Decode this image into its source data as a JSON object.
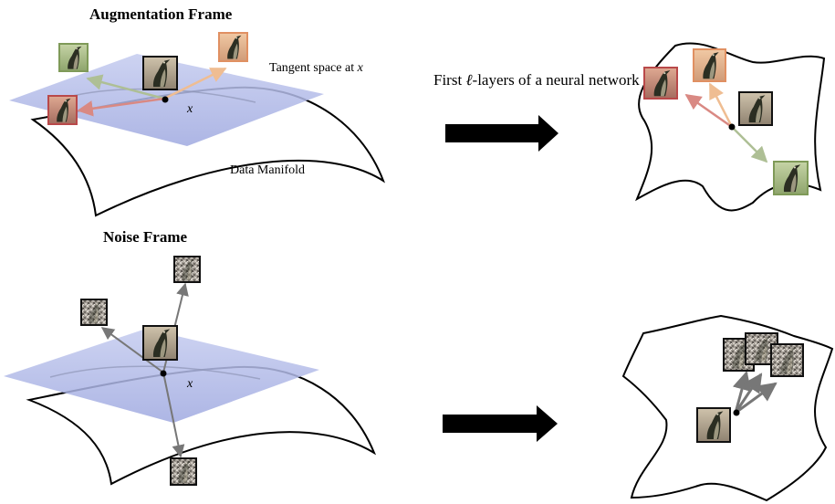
{
  "top_panel": {
    "title": "Augmentation Frame",
    "tangent_label": "Tangent space at ",
    "tangent_var": "x",
    "point_label": "x",
    "manifold_label": "Data Manifold"
  },
  "bottom_panel": {
    "title": "Noise Frame",
    "point_label": "x"
  },
  "caption": {
    "prefix": "First ",
    "symbol": "ℓ",
    "suffix": "-layers of a neural network"
  },
  "colors": {
    "plane": "#aab4e4",
    "frame_green": "#7f9a58",
    "frame_orange": "#e09062",
    "frame_red": "#b9494a",
    "frame_black": "#111111",
    "arrow_green": "#aebf95",
    "arrow_orange": "#efbd92",
    "arrow_red": "#d98983",
    "arrow_gray": "#777777"
  }
}
